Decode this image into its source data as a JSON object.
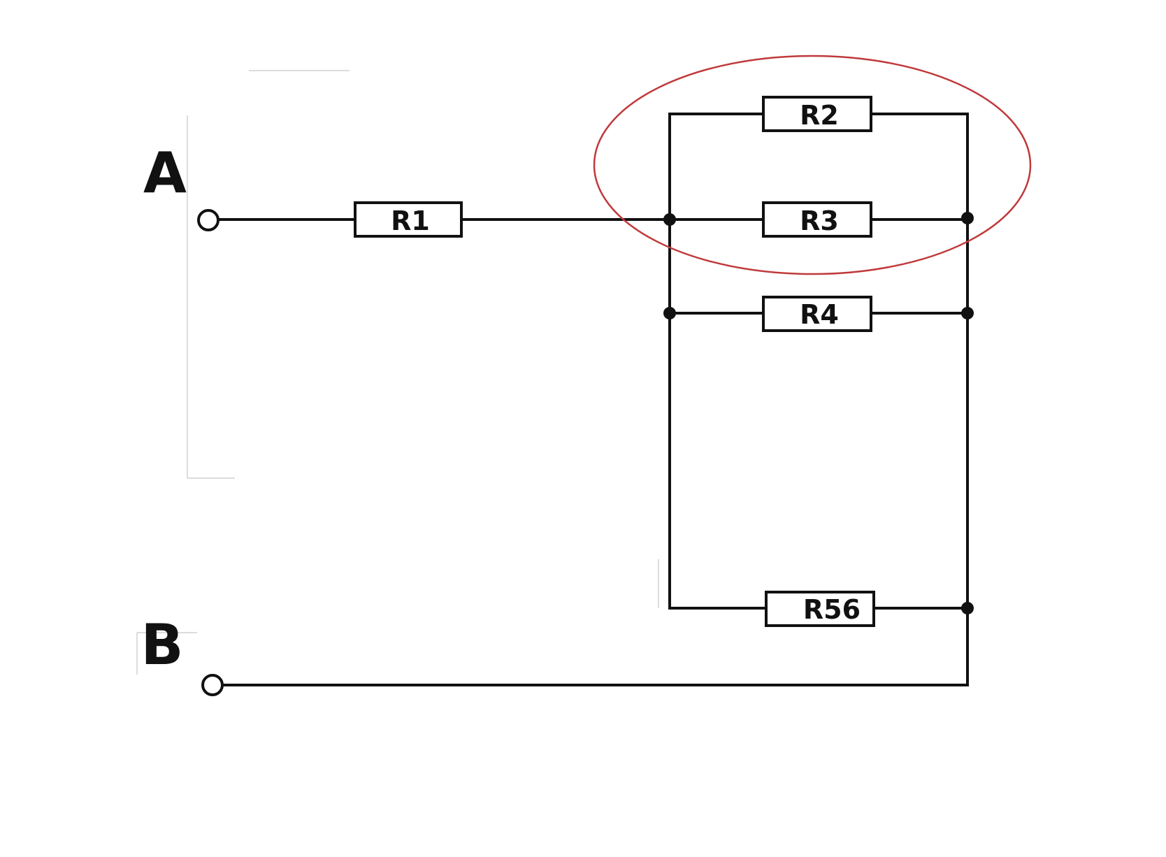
{
  "terminals": {
    "a": {
      "label": "A"
    },
    "b": {
      "label": "B"
    }
  },
  "resistors": {
    "r1": {
      "label": "R1"
    },
    "r2": {
      "label": "R2"
    },
    "r3": {
      "label": "R3"
    },
    "r4": {
      "label": "R4"
    },
    "r56": {
      "label": "R56"
    }
  },
  "colors": {
    "wire": "#111111",
    "highlight": "#c0393b"
  }
}
